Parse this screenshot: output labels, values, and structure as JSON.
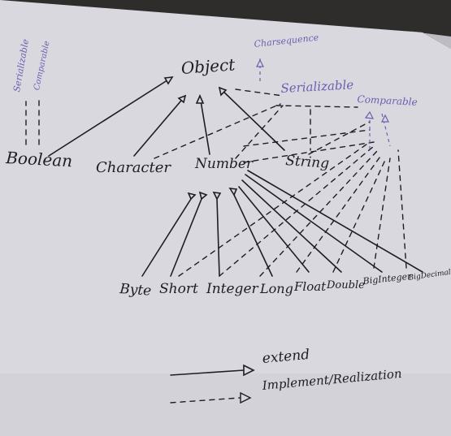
{
  "board": {
    "surface_color": "#d9d8de",
    "marker_black": "#1d1d24",
    "marker_purple": "#6a5fb0"
  },
  "labels": {
    "object": "Object",
    "charsequence": "Charsequence",
    "serializable": "Serializable",
    "comparable": "Comparable",
    "serializable_vertical": "Serializable",
    "comparable_vertical": "Comparable",
    "boolean": "Boolean",
    "character": "Character",
    "number": "Number",
    "string": "String",
    "byte": "Byte",
    "short": "Short",
    "integer": "Integer",
    "long": "Long",
    "float": "Float",
    "double": "Double",
    "biginteger": "BigInteger",
    "bigdecimal": "BigDecimal"
  },
  "legend": {
    "extend": "extend",
    "implement": "Implement/Realization"
  }
}
